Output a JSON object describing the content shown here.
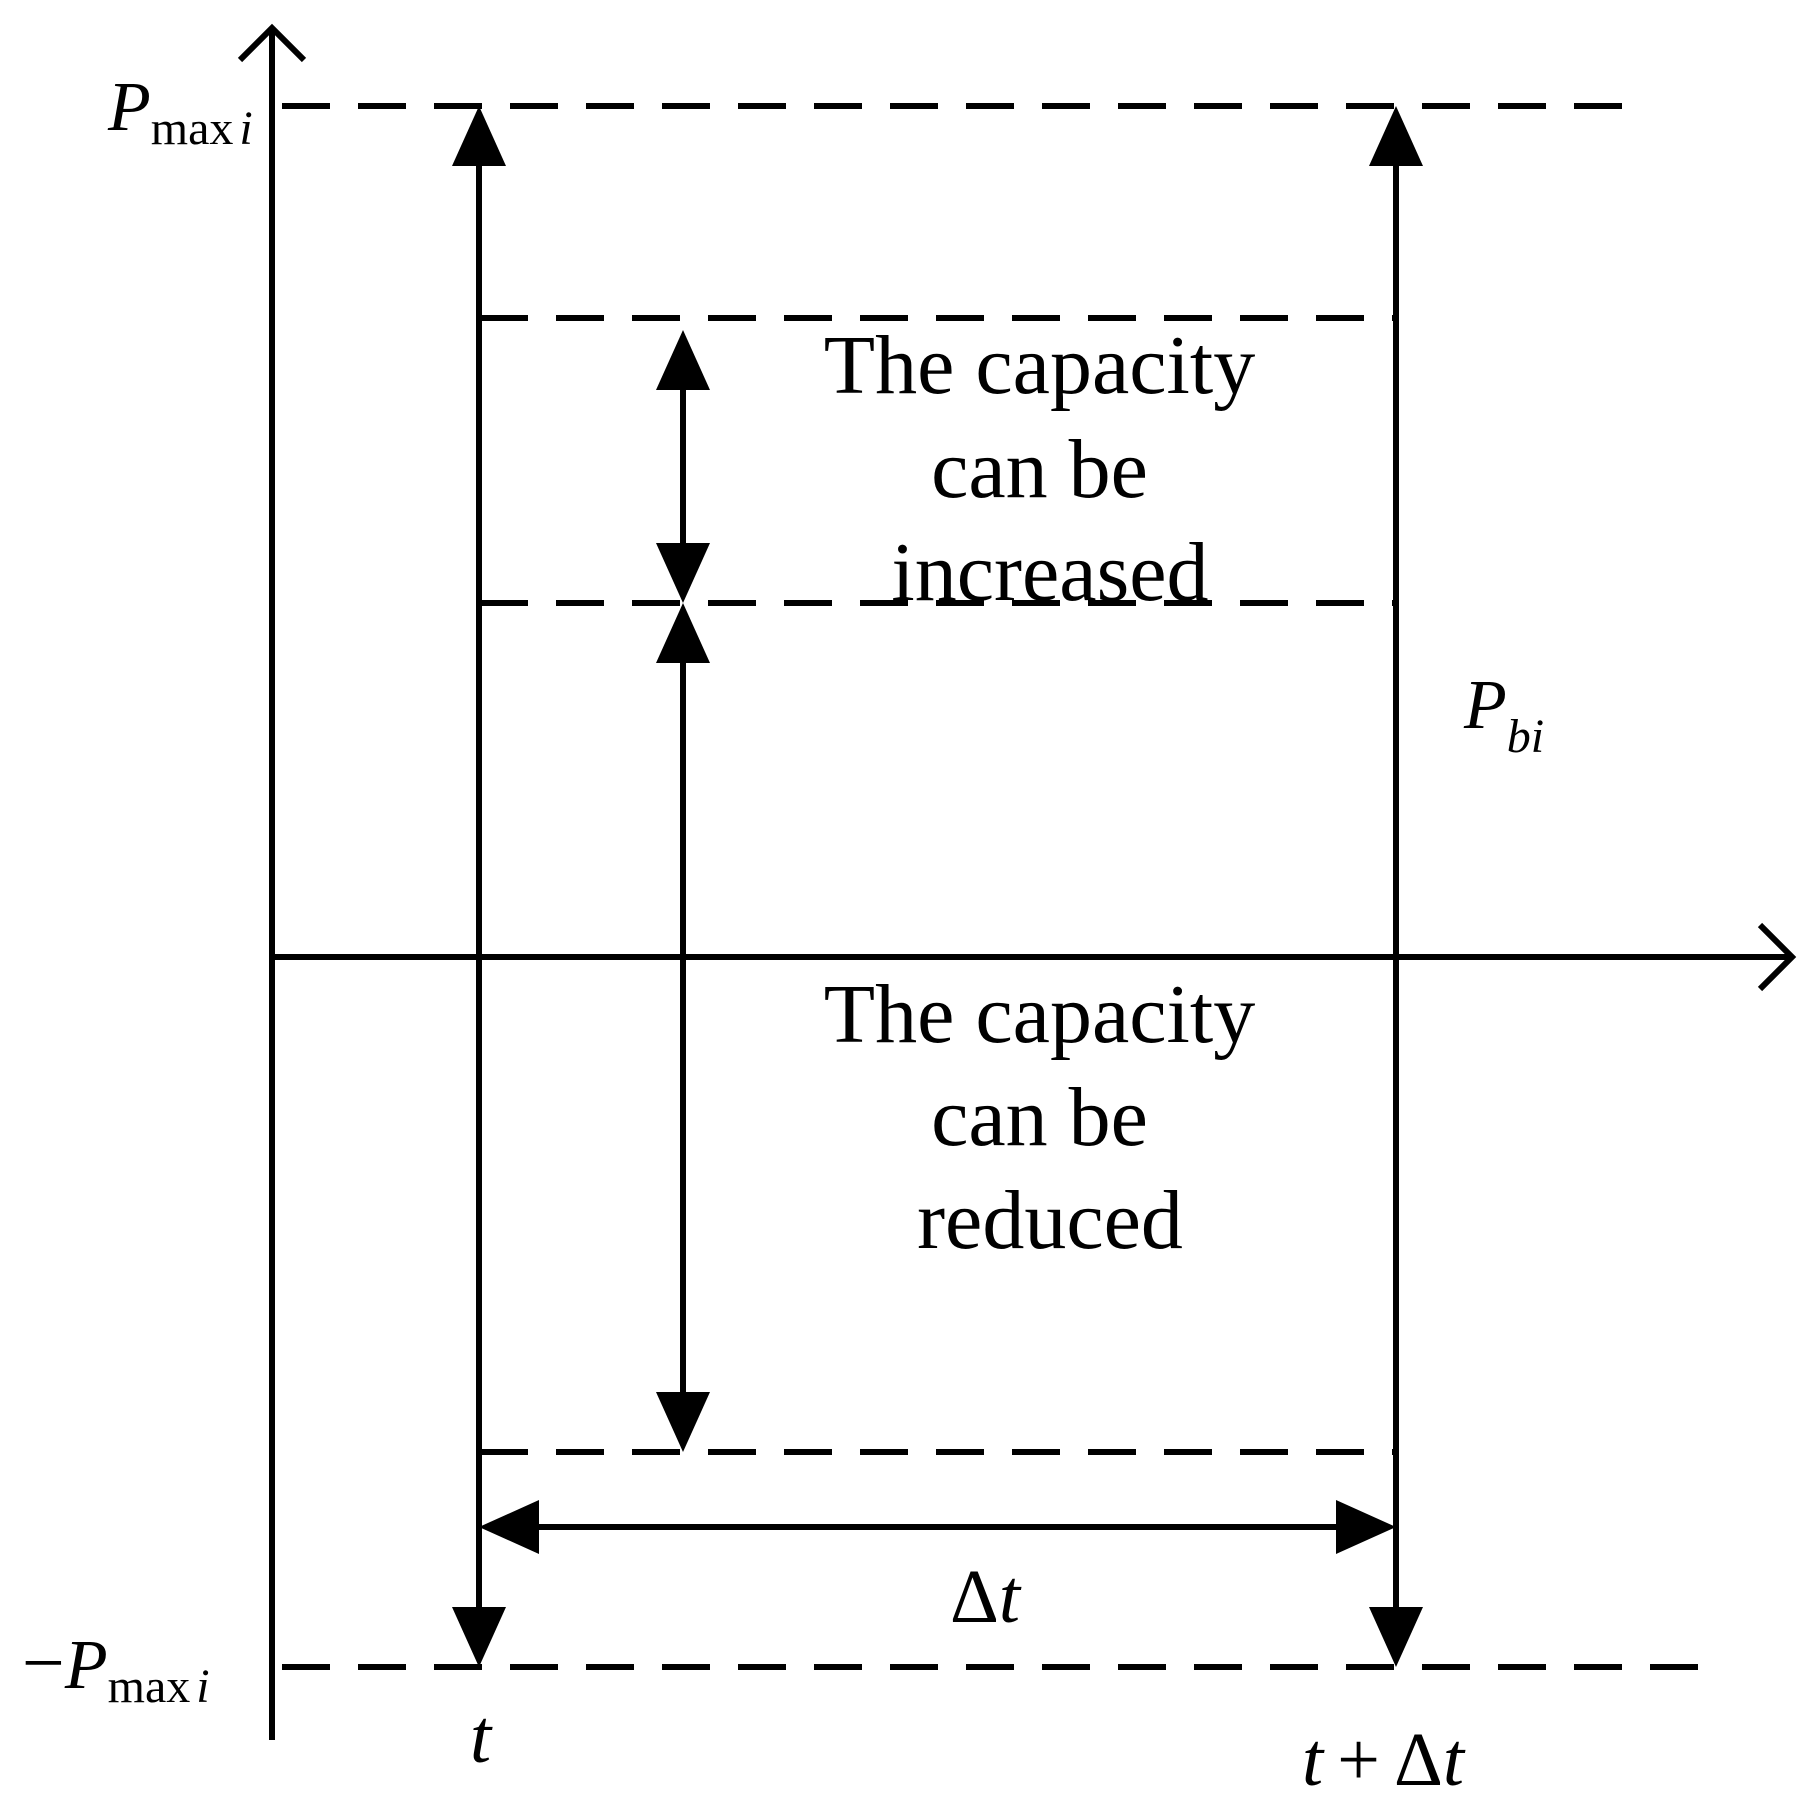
{
  "labels": {
    "pmax_top": {
      "symbol": "P",
      "sub": "max",
      "sub_index": "i"
    },
    "pmax_bottom": {
      "sign": "−",
      "symbol": "P",
      "sub": "max",
      "sub_index": "i"
    },
    "pb": {
      "symbol": "P",
      "sub": "bi"
    },
    "t": "t",
    "t_dt": {
      "t": "t",
      "plus": "+",
      "delta": "Δ",
      "t2": "t"
    },
    "dt": {
      "delta": "Δ",
      "t": "t"
    },
    "increase": [
      "The capacity",
      "can be",
      "increased"
    ],
    "reduce": [
      "The capacity",
      "can be",
      "reduced"
    ]
  }
}
